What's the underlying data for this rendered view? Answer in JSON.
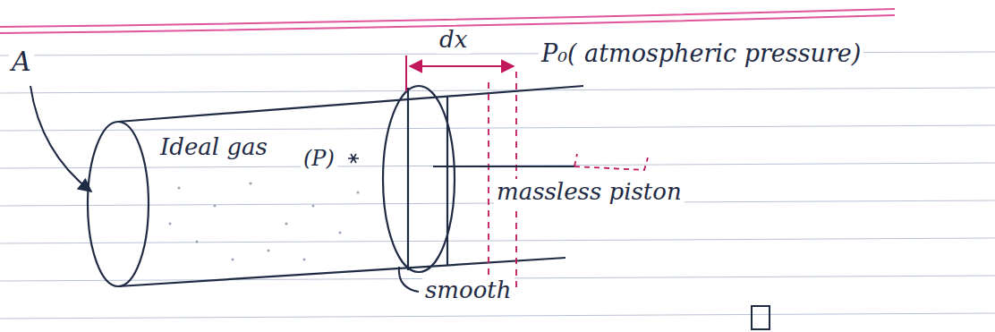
{
  "diagram": {
    "labels": [
      "dx",
      "A",
      "Ideal gas",
      "(P)",
      "P₀( atmospheric pressure)",
      "massless piston",
      "smooth"
    ]
  }
}
